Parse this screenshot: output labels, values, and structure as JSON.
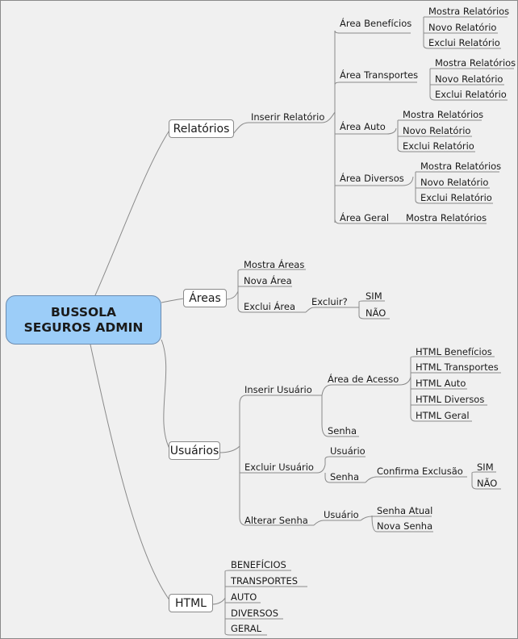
{
  "root": {
    "line1": "BUSSOLA",
    "line2": "SEGUROS ADMIN"
  },
  "relatorios": {
    "label": "Relatórios",
    "inserir": "Inserir Relatório",
    "areas": {
      "beneficios": "Área Benefícios",
      "transportes": "Área Transportes",
      "auto": "Área Auto",
      "diversos": "Área Diversos",
      "geral": "Área Geral"
    },
    "leaf": {
      "mostra": "Mostra Relatórios",
      "novo": "Novo Relatório",
      "exclui": "Exclui Relatório"
    }
  },
  "areas": {
    "label": "Áreas",
    "mostra": "Mostra Áreas",
    "nova": "Nova Área",
    "exclui": "Exclui Área",
    "excluir_q": "Excluir?",
    "sim": "SIM",
    "nao": "NÃO"
  },
  "usuarios": {
    "label": "Usuários",
    "inserir": "Inserir Usuário",
    "area_acesso": "Área de Acesso",
    "html_items": [
      "HTML Benefícios",
      "HTML Transportes",
      "HTML Auto",
      "HTML Diversos",
      "HTML Geral"
    ],
    "senha": "Senha",
    "excluir": "Excluir Usuário",
    "usuario": "Usuário",
    "confirma": "Confirma Exclusão",
    "sim": "SIM",
    "nao": "NÃO",
    "alterar": "Alterar Senha",
    "senha_atual": "Senha Atual",
    "nova_senha": "Nova Senha"
  },
  "html": {
    "label": "HTML",
    "items": [
      "BENEFÍCIOS",
      "TRANSPORTES",
      "AUTO",
      "DIVERSOS",
      "GERAL"
    ]
  },
  "colors": {
    "root_fill": "#9ccdf8",
    "connector": "#8a8a8a",
    "background": "#f0f0f0"
  }
}
